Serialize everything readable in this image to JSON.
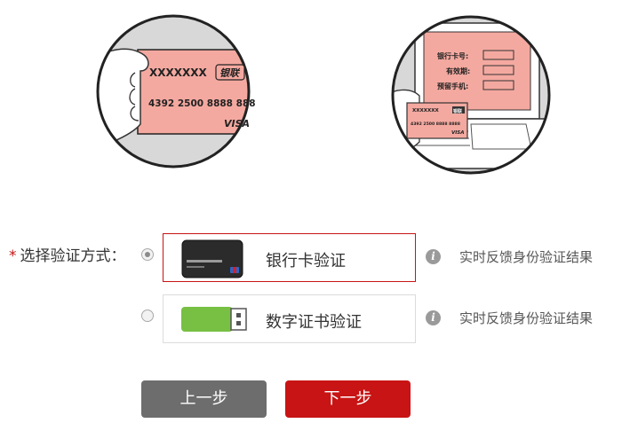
{
  "illustrations": {
    "card": {
      "card_name": "XXXXXXX",
      "card_logo": "银联",
      "card_number": "4392 2500 8888 888",
      "card_brand": "VISA"
    },
    "laptop": {
      "fields": [
        "银行卡号:",
        "有效期:",
        "预留手机:"
      ],
      "card_name": "XXXXXXX",
      "card_logo": "银联",
      "card_number": "4392 2500 8888 8888",
      "card_brand": "VISA"
    }
  },
  "form": {
    "required_mark": "*",
    "label": "选择验证方式：",
    "options": [
      {
        "label": "银行卡验证",
        "selected": true,
        "info_text": "实时反馈身份验证结果",
        "icon": "bank-card-icon"
      },
      {
        "label": "数字证书验证",
        "selected": false,
        "info_text": "实时反馈身份验证结果",
        "icon": "usb-key-icon"
      }
    ],
    "info_glyph": "i"
  },
  "buttons": {
    "prev": "上一步",
    "next": "下一步"
  },
  "colors": {
    "accent": "#c81414",
    "prev_button": "#6d6d6d",
    "usb_green": "#77c043"
  }
}
